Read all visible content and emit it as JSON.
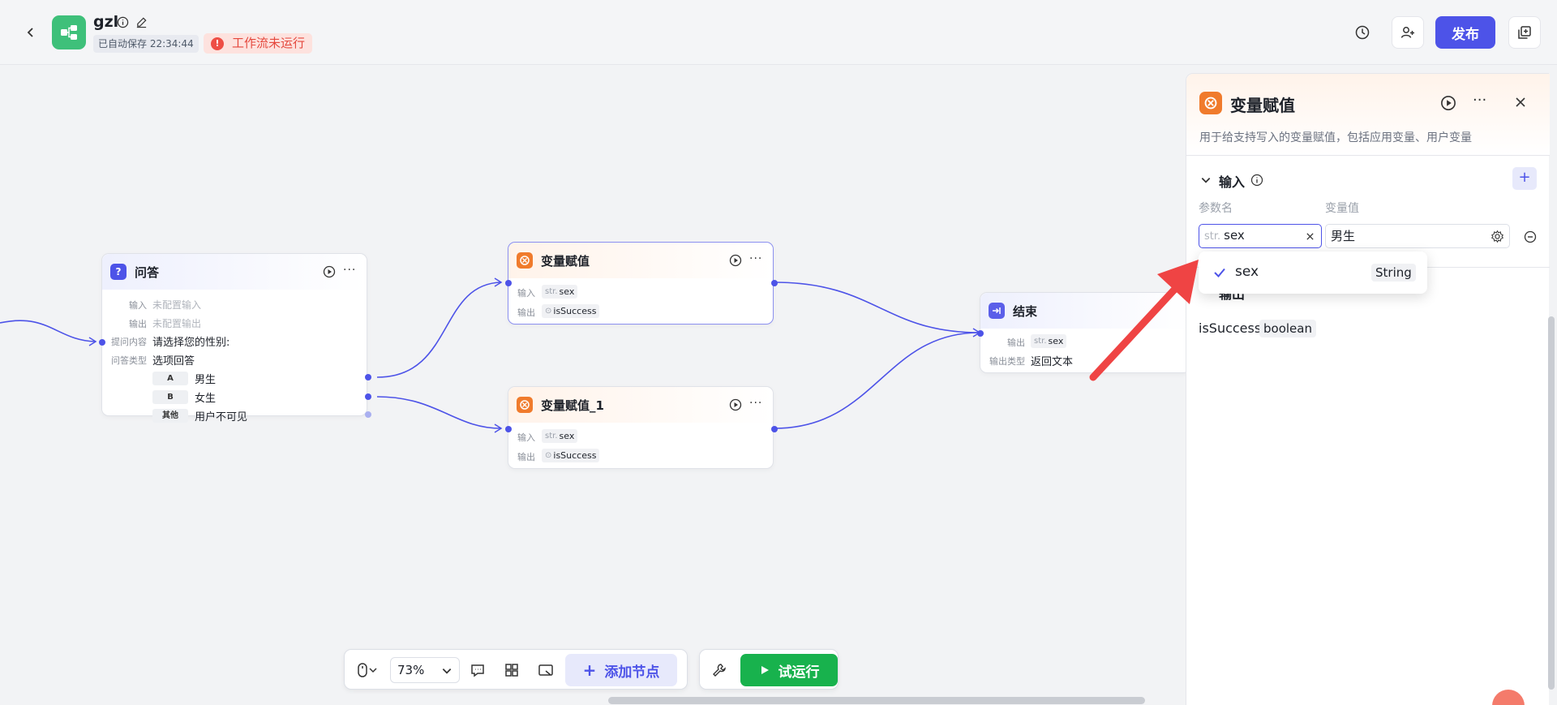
{
  "header": {
    "app_name": "gzl",
    "autosave": "已自动保存 22:34:44",
    "status": "工作流未运行",
    "publish_label": "发布"
  },
  "nodes": {
    "qa": {
      "title": "问答",
      "input_label": "输入",
      "input_value": "未配置输入",
      "output_label": "输出",
      "output_value": "未配置输出",
      "question_label": "提问内容",
      "question_value": "请选择您的性别:",
      "type_label": "问答类型",
      "type_value": "选项回答",
      "options": [
        {
          "key": "A",
          "label": "男生"
        },
        {
          "key": "B",
          "label": "女生"
        },
        {
          "key": "其他",
          "label": "用户不可见"
        }
      ]
    },
    "assign1": {
      "title": "变量赋值",
      "input_label": "输入",
      "input_type": "str.",
      "input_value": "sex",
      "output_label": "输出",
      "output_value": "isSuccess"
    },
    "assign2": {
      "title": "变量赋值_1",
      "input_label": "输入",
      "input_type": "str.",
      "input_value": "sex",
      "output_label": "输出",
      "output_value": "isSuccess"
    },
    "end": {
      "title": "结束",
      "output_label": "输出",
      "output_type": "str.",
      "output_value": "sex",
      "output_kind_label": "输出类型",
      "output_kind_value": "返回文本"
    }
  },
  "toolbar": {
    "zoom": "73%",
    "add_node_label": "添加节点",
    "run_label": "试运行"
  },
  "panel": {
    "title": "变量赋值",
    "description": "用于给支持写入的变量赋值，包括应用变量、用户变量",
    "input_section": "输入",
    "param_col": "参数名",
    "value_col": "变量值",
    "param_type": "str.",
    "param_value": "sex",
    "value_value": "男生",
    "output_section": "输出",
    "output_name": "isSuccess",
    "output_type": "boolean"
  },
  "dropdown": {
    "option_label": "sex",
    "option_type": "String"
  },
  "colors": {
    "brand": "#4d53e8",
    "run": "#18b24d",
    "warning": "#e5483d",
    "node_orange": "#f07b2c"
  }
}
